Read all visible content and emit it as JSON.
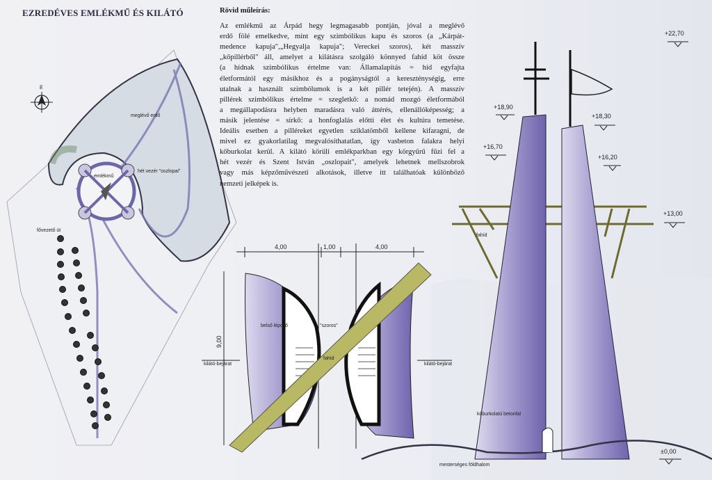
{
  "title": "EZREDÉVES EMLÉKMŰ ÉS KILÁTÓ",
  "description": {
    "heading": "Rövid műleírás:",
    "lines": [
      "Az emlékmű az Árpád hegy legmagasabb pontján, jóval a meglévő",
      "erdő fölé emelkedve, mint egy szimbólikus kapu és szoros (a „Kárpát-",
      "medence kapuja\",„Hegyalja kapuja\"; Vereckei szoros), két masszív",
      "„kőpillérből\" áll, amelyet a kilátásra szolgáló könnyed fahíd köt össze",
      "(a hídnak szimbólikus értelme van: Államalapítás = híd egyfajta",
      "életformától egy másikhoz és a pogányságtól a kereszténységig, erre",
      "utalnak a használt szimbólumok is a két pillér tetején). A masszív",
      "pillérek szimbólikus értelme = szegletkő: a nomád mozgó életformából",
      "a megállapodásra helyben maradásra való áttérés, ellenállóképesség; a",
      "másik jelentése = sírkő: a honfoglalás előtti élet és kultúra temetése.",
      "Ideális esetben a pilléreket egyetlen sziklatömből kellene kifaragni, de",
      "mivel ez gyakorlatilag megvalósíthatatlan, így vasbeton falakra helyi",
      "kőburkolat kerül. A kilátó körüli emlékparkban egy körgyűrű fűzi fel a",
      "hét vezér és Szent István „oszlopait\", amelyek lehetnek mellszobrok",
      "vagy más képzőművészeti alkotások, illetve itt találhatóak különböző",
      "nemzeti jelképek is."
    ]
  },
  "site_plan": {
    "north_label": "É",
    "labels": {
      "forest": "meglévő erdő",
      "monument": "emlékmű",
      "pillars": "hét vezér \"oszlopai\"",
      "main_road": "fővezető út"
    }
  },
  "floor_plan": {
    "dimensions": [
      "4,00",
      "1,00",
      "4,00",
      "9,00"
    ],
    "labels": {
      "inner_stair": "belső lépcső",
      "gorge": "\"szoros\"",
      "bridge": "fahíd",
      "entrance_left": "kilátó-bejárat",
      "entrance_right": "kilátó-bejárat"
    }
  },
  "elevation": {
    "levels": [
      "+22,70",
      "+18,90",
      "+18,30",
      "+16,70",
      "+16,20",
      "+13,00",
      "±0,00"
    ],
    "labels": {
      "bridge": "fahíd",
      "wall": "kőburkolatú betonfal",
      "mound": "mesterséges földhalom"
    }
  },
  "colors": {
    "pillar": "#7d72b8",
    "bridge": "#b9b865",
    "ink": "#222233"
  }
}
